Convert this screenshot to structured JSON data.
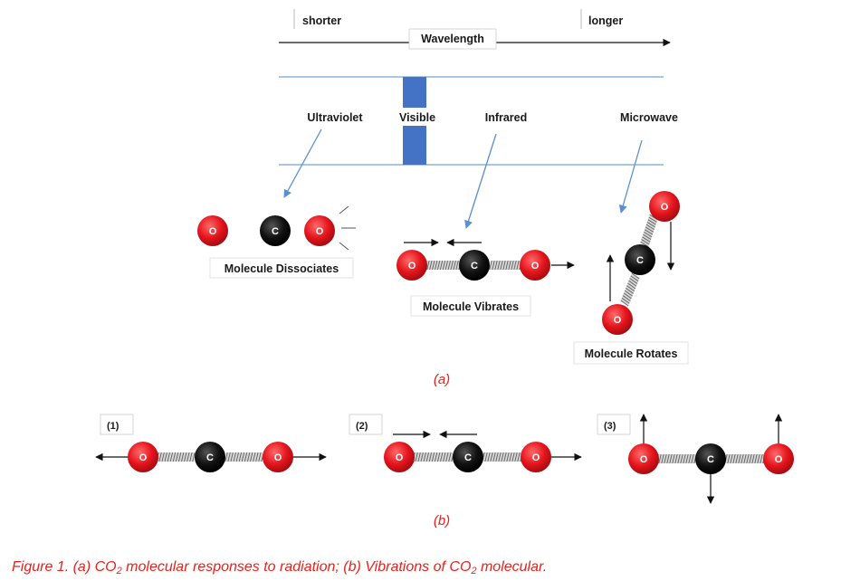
{
  "spectrum": {
    "shorter": "shorter",
    "longer": "longer",
    "wavelength": "Wavelength",
    "bands": [
      "Ultraviolet",
      "Visible",
      "Infrared",
      "Microwave"
    ]
  },
  "atoms": {
    "oxygen": "O",
    "carbon": "C"
  },
  "responses": {
    "dissociates": "Molecule Dissociates",
    "vibrates": "Molecule Vibrates",
    "rotates": "Molecule Rotates"
  },
  "panel_labels": {
    "a": "(a)",
    "b": "(b)"
  },
  "modes": [
    "(1)",
    "(2)",
    "(3)"
  ],
  "caption": {
    "part1": "Figure 1. (a) CO",
    "sub1": "2",
    "part2": " molecular responses to radiation; (b) Vibrations of CO",
    "sub2": "2",
    "part3": " molecular."
  },
  "colors": {
    "oxygen": "#e5141c",
    "carbon": "#111111",
    "visible_band": "#4472c4",
    "spectrum_lines": "#8fb4d9",
    "pointer": "#5b8fd0",
    "caption": "#e8211c"
  }
}
